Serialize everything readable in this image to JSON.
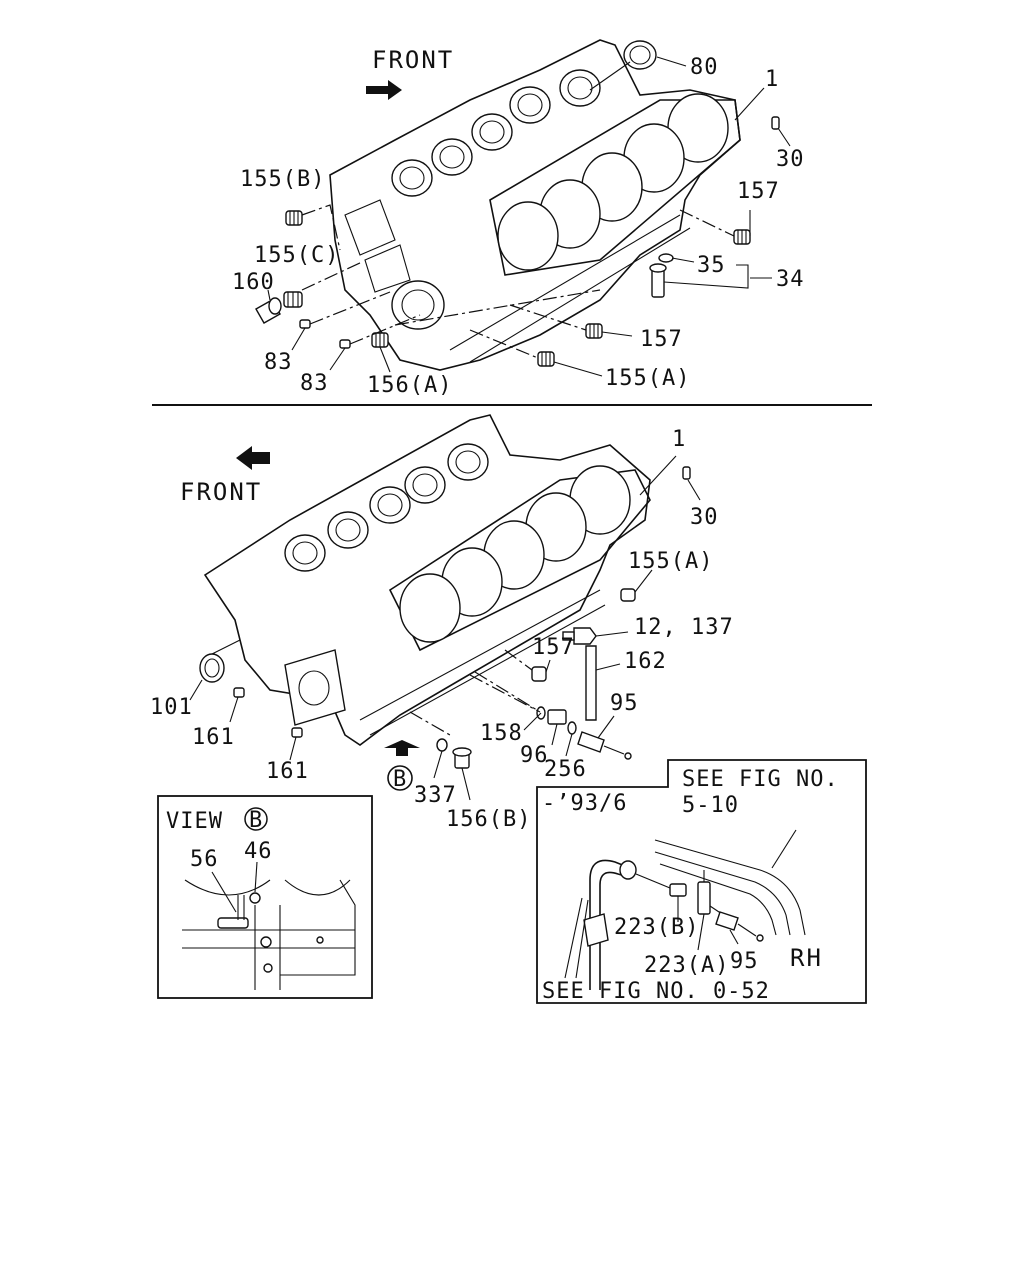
{
  "top_view": {
    "front_label": "FRONT",
    "callouts": {
      "c80": "80",
      "c1": "1",
      "c30": "30",
      "c157a": "157",
      "c35": "35",
      "c34": "34",
      "c157b": "157",
      "c155a": "155(A)",
      "c156a": "156(A)",
      "c83a": "83",
      "c83b": "83",
      "c160": "160",
      "c155c": "155(C)",
      "c155b": "155(B)"
    }
  },
  "bottom_view": {
    "front_label": "FRONT",
    "callouts": {
      "c1": "1",
      "c30": "30",
      "c155a": "155(A)",
      "c12_137": "12, 137",
      "c157": "157",
      "c162": "162",
      "c95": "95",
      "c158": "158",
      "c96": "96",
      "c256": "256",
      "c101": "101",
      "c161a": "161",
      "c161b": "161",
      "c337": "337",
      "c156b": "156(B)",
      "view_marker": "B"
    }
  },
  "view_b_inset": {
    "title": "VIEW",
    "marker": "B",
    "c56": "56",
    "c46": "46"
  },
  "detail_inset": {
    "see_fig_top_1": "SEE FIG NO.",
    "see_fig_top_2": "5-10",
    "date_note": "-’93/6",
    "c223b": "223(B)",
    "c223a": "223(A)",
    "c95": "95",
    "side": "RH",
    "see_fig_bottom": "SEE FIG NO. 0-52"
  }
}
